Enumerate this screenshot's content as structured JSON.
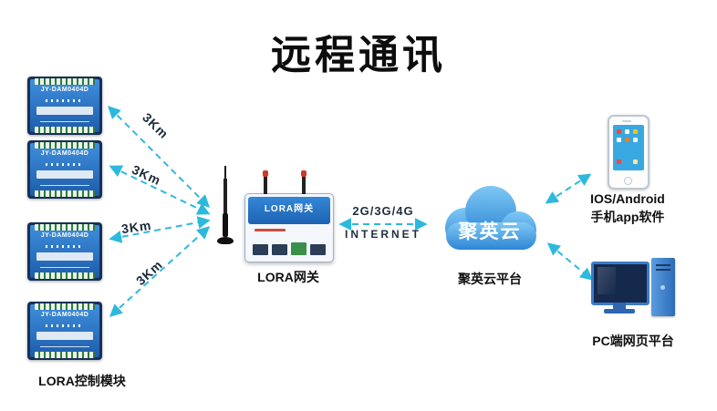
{
  "title": "远程通讯",
  "colors": {
    "arrow": "#2cb9dd",
    "cloud_top": "#7ec8f5",
    "cloud_bottom": "#2e85d5",
    "device_blue": "#1d5cab"
  },
  "modules": {
    "group_label": "LORA控制模块",
    "device_name": "JY-DAM0404D",
    "items": [
      {
        "distance": "3Km"
      },
      {
        "distance": "3Km"
      },
      {
        "distance": "3Km"
      },
      {
        "distance": "3Km"
      }
    ]
  },
  "gateway": {
    "device_title": "LORA网关",
    "label": "LORA网关"
  },
  "wan": {
    "line1": "2G/3G/4G",
    "line2": "INTERNET"
  },
  "cloud": {
    "name": "聚英云",
    "label": "聚英云平台"
  },
  "phone": {
    "label1": "IOS/Android",
    "label2": "手机app软件"
  },
  "pc": {
    "label": "PC端网页平台"
  }
}
